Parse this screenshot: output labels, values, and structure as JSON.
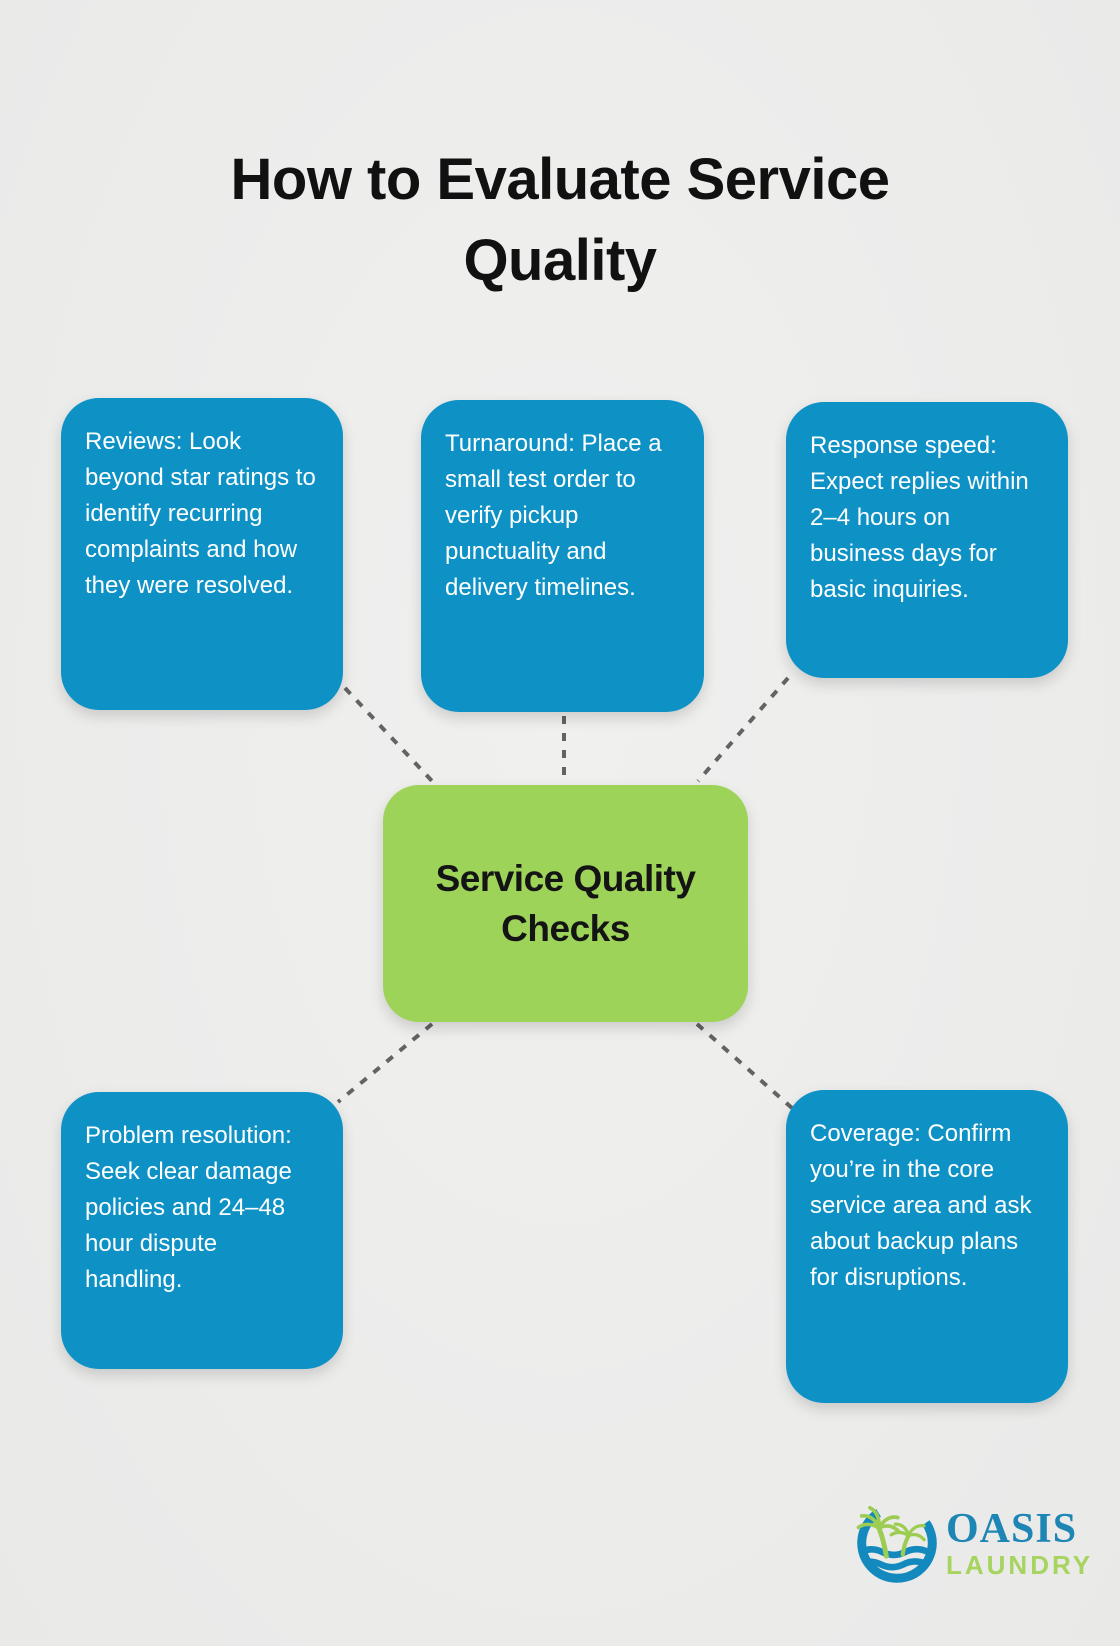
{
  "title": "How to Evaluate Service Quality",
  "center": {
    "label": "Service Quality Checks"
  },
  "nodes": [
    {
      "id": "reviews",
      "text": "Reviews: Look beyond star ratings to identify recurring complaints and how they were resolved."
    },
    {
      "id": "turnaround",
      "text": "Turnaround: Place a small test order to verify pickup punctuality and delivery timelines."
    },
    {
      "id": "response-speed",
      "text": "Response speed: Expect replies within 2–4 hours on business days for basic inquiries."
    },
    {
      "id": "problem-resolution",
      "text": "Problem resolution: Seek clear damage policies and 24–48 hour dispute handling."
    },
    {
      "id": "coverage",
      "text": "Coverage: Confirm you’re in the core service area and ask about backup plans for disruptions."
    }
  ],
  "logo": {
    "name": "OASIS",
    "subname": "LAUNDRY",
    "icon": "palm-trees-and-waves"
  },
  "colors": {
    "background": "#ECECEB",
    "node_blue": "#0E92C6",
    "center_green": "#9ED35A",
    "node_text": "#FFFFFF",
    "title_text": "#111111",
    "connector_gray": "#636363",
    "logo_blue": "#1D86B5",
    "logo_green": "#A6D45F"
  }
}
